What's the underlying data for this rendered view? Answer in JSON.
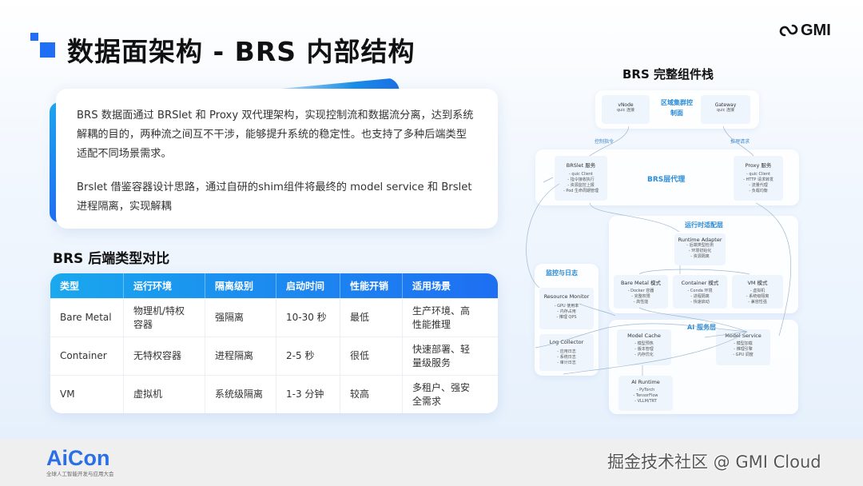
{
  "header": {
    "title": "数据面架构 - BRS 内部结构",
    "brand_logo": "GMI"
  },
  "description": {
    "paragraphs": [
      "BRS 数据面通过 BRSlet 和 Proxy 双代理架构，实现控制流和数据流分离，达到系统解耦的目的，两种流之间互不干涉，能够提升系统的稳定性。也支持了多种后端类型适配不同场景需求。",
      "Brslet 借鉴容器设计思路，通过自研的shim组件将最终的 model service 和 Brslet 进程隔离，实现解耦"
    ]
  },
  "comparison": {
    "title": "BRS 后端类型对比",
    "columns": [
      "类型",
      "运行环境",
      "隔离级别",
      "启动时间",
      "性能开销",
      "适用场景"
    ],
    "rows": [
      [
        "Bare Metal",
        "物理机/特权容器",
        "强隔离",
        "10-30 秒",
        "最低",
        "生产环境、高性能推理"
      ],
      [
        "Container",
        "无特权容器",
        "进程隔离",
        "2-5 秒",
        "很低",
        "快速部署、轻量级服务"
      ],
      [
        "VM",
        "虚拟机",
        "系统级隔离",
        "1-3 分钟",
        "较高",
        "多租户、强安全需求"
      ]
    ]
  },
  "diagram": {
    "title": "BRS 完整组件栈",
    "control_plane": {
      "label": "区域集群控制面",
      "vnode": {
        "title": "vNode",
        "line": "quic 连接"
      },
      "gateway": {
        "title": "Gateway",
        "line": "quic 连接"
      }
    },
    "edges": {
      "control": "控制指令",
      "inference": "推理请求"
    },
    "proxy_layer": {
      "label": "BRS层代理",
      "brslet": {
        "title": "BRSlet 服务",
        "lines": [
          "- quic Client",
          "- 指令接收执行",
          "- 资源监控上报",
          "- Pod 生命周期管理"
        ]
      },
      "proxy": {
        "title": "Proxy 服务",
        "lines": [
          "- quic Client",
          "- HTTP 请求转发",
          "- 流量代理",
          "- 负载均衡"
        ]
      }
    },
    "runtime_layer": {
      "label": "运行时适配层",
      "adapter": {
        "title": "Runtime Adapter",
        "lines": [
          "- 后端类型检测",
          "- 环境初始化",
          "- 资源隔离"
        ]
      },
      "bare_metal": {
        "title": "Bare Metal 模式",
        "lines": [
          "- Docker 容器",
          "- 完整权限",
          "- 高性能"
        ]
      },
      "container": {
        "title": "Container 模式",
        "lines": [
          "- Conda 环境",
          "- 进程隔离",
          "- 快速启动"
        ]
      },
      "vm": {
        "title": "VM 模式",
        "lines": [
          "- 虚拟机",
          "- 系统级隔离",
          "- 兼容性强"
        ]
      }
    },
    "monitor_layer": {
      "label": "监控与日志",
      "resource_monitor": {
        "title": "Resource Monitor",
        "lines": [
          "- GPU 使用率",
          "- 内存占用",
          "- 推理 QPS"
        ]
      },
      "log_collector": {
        "title": "Log Collector",
        "lines": [
          "- 应用日志",
          "- 系统日志",
          "- 审计日志"
        ]
      }
    },
    "ai_layer": {
      "label": "AI 服务层",
      "model_cache": {
        "title": "Model Cache",
        "lines": [
          "- 模型预热",
          "- 版本管理",
          "- 内存优化"
        ]
      },
      "model_service": {
        "title": "Model Service",
        "lines": [
          "- 模型加载",
          "- 推理引擎",
          "- GPU 调度"
        ]
      },
      "ai_runtime": {
        "title": "AI Runtime",
        "lines": [
          "- PyTorch",
          "- TensorFlow",
          "- VLLM/TRT"
        ]
      }
    }
  },
  "footer": {
    "logo": "AiCon",
    "logo_sub": "全球人工智能开发与应用大会",
    "watermark": "掘金技术社区 @ GMI Cloud"
  },
  "colors": {
    "accent": "#1f6ef5",
    "table_header_start": "#1aa8ee",
    "table_header_end": "#1e6ff2",
    "diagram_label": "#2a8bd6"
  }
}
